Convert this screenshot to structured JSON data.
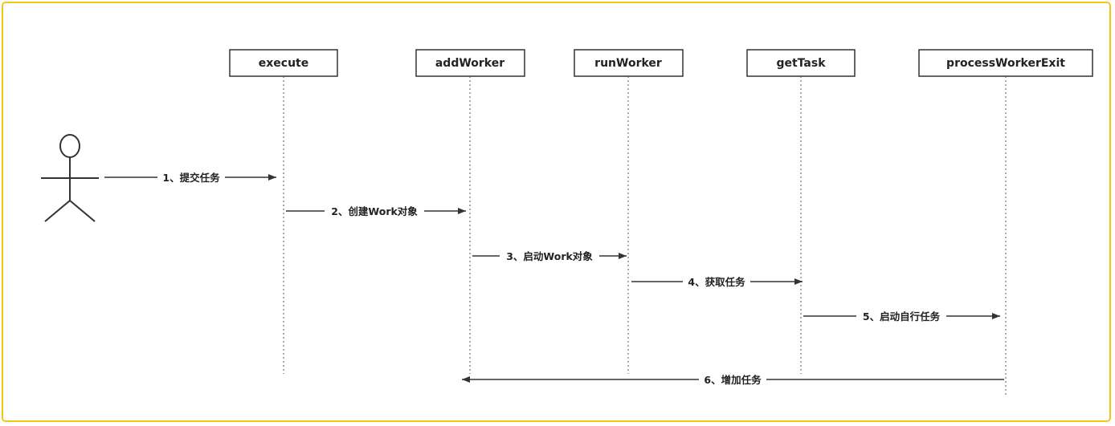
{
  "diagram": {
    "type": "sequence-diagram",
    "colors": {
      "frame_border": "#f5c518",
      "line": "#333333",
      "box_border": "#333333",
      "text": "#222222",
      "background": "#ffffff"
    },
    "actor": {
      "icon": "stick-figure-actor-icon"
    },
    "lifelines": [
      {
        "id": "execute",
        "label": "execute"
      },
      {
        "id": "addWorker",
        "label": "addWorker"
      },
      {
        "id": "runWorker",
        "label": "runWorker"
      },
      {
        "id": "getTask",
        "label": "getTask"
      },
      {
        "id": "processWorkerExit",
        "label": "processWorkerExit"
      }
    ],
    "messages": [
      {
        "from": "actor",
        "to": "execute",
        "label": "1、提交任务"
      },
      {
        "from": "execute",
        "to": "addWorker",
        "label": "2、创建Work对象"
      },
      {
        "from": "addWorker",
        "to": "runWorker",
        "label": "3、启动Work对象"
      },
      {
        "from": "runWorker",
        "to": "getTask",
        "label": "4、获取任务"
      },
      {
        "from": "getTask",
        "to": "processWorkerExit",
        "label": "5、启动自行任务"
      },
      {
        "from": "processWorkerExit",
        "to": "addWorker",
        "label": "6、增加任务"
      }
    ]
  }
}
